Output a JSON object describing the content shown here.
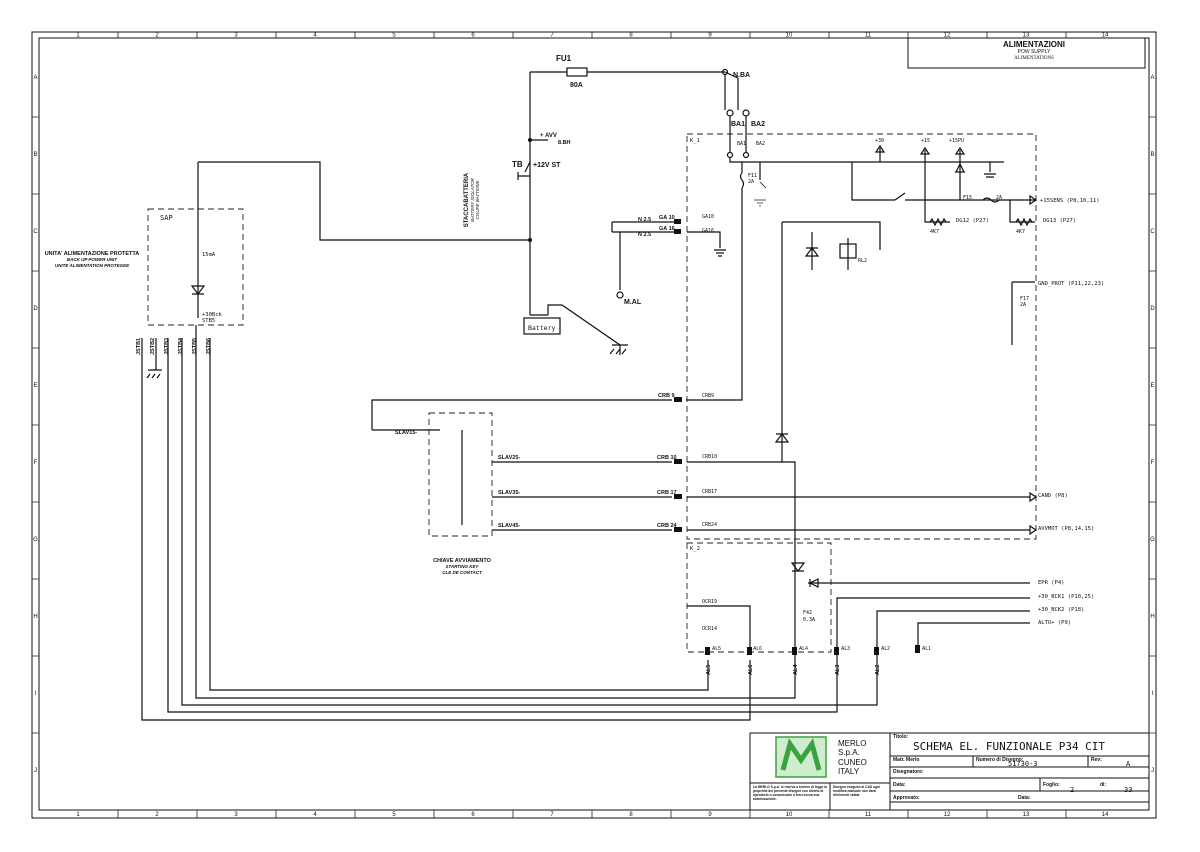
{
  "title_block": {
    "header": "ALIMENTAZIONI",
    "sub_en": "POW SUPPLY",
    "sub_fr": "ALIMENTATIONS",
    "company_line1": "MERLO",
    "company_line2": "S.p.A.",
    "company_line3": "CUNEO",
    "company_line4": "ITALY",
    "title_label": "Titolo:",
    "title_value": "SCHEMA EL. FUNZIONALE P34 CIT",
    "matr_label": "Matr. Merlo",
    "drawing_no_label": "Numero di Disegno:",
    "drawing_no": "51730-3",
    "rev_label": "Rev:",
    "rev": "A",
    "drawer_label": "Disegnatore:",
    "date_label": "Data:",
    "sheet_label": "Foglio:",
    "sheet": "2",
    "of_label": "di:",
    "of": "33",
    "approved_label": "Approvato:",
    "date2_label": "Data:",
    "legal_text": "La MERLO S.p.A. si riserva a termini di legge la proprietà del presente disegno con divieto di riprodurlo o comunicarlo a terzi senza sua autorizzazione.",
    "cad_text": "Disegno eseguito al CAD ogni modifica manuale non darà riferimenti valida"
  },
  "grid": {
    "columns": [
      "1",
      "2",
      "3",
      "4",
      "5",
      "6",
      "7",
      "8",
      "9",
      "10",
      "11",
      "12",
      "13",
      "14"
    ],
    "rows": [
      "A",
      "B",
      "C",
      "D",
      "E",
      "F",
      "G",
      "H",
      "I",
      "J"
    ]
  },
  "labels": {
    "fu1": "FU1",
    "fu1_rating": "80A",
    "nba": "N.BA",
    "ba1": "BA1",
    "ba2": "BA2",
    "ba1_small": "BA1",
    "ba2_small": "BA2",
    "k1": "K_1",
    "k2": "K_2",
    "avv": "+ AVV",
    "avv_size": "8.BH",
    "tb": "TB",
    "v12st": "+12V ST",
    "stacca1": "STACCABATTERIA",
    "stacca2": "BATTERY ISOLATOR",
    "stacca3": "COUPE BATTERIE",
    "ga10": "GA 10",
    "ga16": "GA 16",
    "n25a": "N 2.5",
    "n25b": "N 2.5",
    "ga10_int": "GA10",
    "ga16_int": "GA16",
    "mal": "M.AL",
    "battery": "Battery",
    "sap": "SAP",
    "f15ma": "15mA",
    "v30bck": "+30Bck",
    "stb5": "STB5",
    "ups_it": "UNITA' ALIMENTAZIONE PROTETTA",
    "ups_en": "BACK UP POWER UNIT",
    "ups_fr": "UNITE ALIMENTATION PROTEGEE",
    "stb1": "JSTB1",
    "stb2": "JSTB2",
    "stb3": "JSTB3",
    "stb4": "JSTB4",
    "stb5j": "JSTB5",
    "stb6": "JSTB6",
    "f11": "F11",
    "f11_rating": "2A",
    "p30": "+30",
    "p15": "+15",
    "p15pu": "+15PU",
    "f15": "F15",
    "f15_rating": "2A",
    "sens": "+15SENS (P8,10,11)",
    "dg12": "DG12 (P27)",
    "dg13": "DG13 (P27)",
    "r4k7a": "4K7",
    "r4k7b": "4K7",
    "rl2": "RL2",
    "gnd_prot": "GND_PROT (P11,22,23)",
    "f17": "F17",
    "f17_rating": "2A",
    "crb9": "CRB 9",
    "crb9_int": "CRB9",
    "slav15": "SLAV15-",
    "slav25": "SLAV25-",
    "slav35": "SLAV35-",
    "slav45": "SLAV45-",
    "crb10": "CRB 10",
    "crb17": "CRB 17",
    "crb24": "CRB 24",
    "crb10_int": "CRB10",
    "crb17_int": "CRB17",
    "crb24_int": "CRB24",
    "cand": "CAND (P8)",
    "avvmot": "AVVMOT (P8,14,15)",
    "key_it": "CHIAVE AVVIAMENTO",
    "key_en": "STARTING KEY",
    "key_fr": "CLE DE CONTACT",
    "epr": "EPR (P4)",
    "bck1": "+30_BCK1 (P10,25)",
    "bck2": "+30_BCK2 (P18)",
    "alto": "ALTO+ (P9)",
    "ocr19": "OCR19",
    "ocr14": "OCR14",
    "f42": "F42",
    "f42_rating": "0.3A",
    "al5": "AL5",
    "al6": "AL6",
    "al4": "AL4",
    "al3": "AL3",
    "al2": "AL2",
    "al1": "AL1",
    "al5v": "AL5",
    "al6v": "AL6",
    "al4v": "AL4",
    "al3v": "AL3",
    "al2v": "AL2"
  },
  "colors": {
    "ink": "#111111",
    "logo_green": "#3aa23f",
    "logo_light": "#cfeccf"
  }
}
